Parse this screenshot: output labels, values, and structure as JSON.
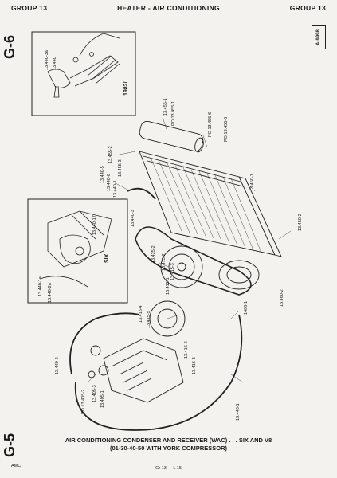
{
  "header": {
    "left": "GROUP 13",
    "center": "HEATER - AIR CONDITIONING",
    "right": "GROUP 13"
  },
  "side": {
    "top": "G-6",
    "bottom": "G-5"
  },
  "tag": "A-9998",
  "inset_top": {
    "year": "1982/",
    "labels": [
      "13.440-3a",
      "13.440"
    ]
  },
  "inset_left": {
    "engine": "SIX",
    "labels": [
      "13.440-17",
      "13.440-1a",
      "13.440-2a"
    ]
  },
  "part_labels": {
    "l1": "13.455-2",
    "l2": "13.455-1",
    "l3": "PO 13.455-1",
    "l4": "PO 13.455-6",
    "l5": "PO 13.455-8",
    "l6": "13.440-5",
    "l7": "13.440-6",
    "l8": "13.440-1",
    "l9": "13.455-3",
    "l10": "13.450-1",
    "l11": "13.440-3",
    "l12": "13.450-2",
    "l13": "13.425-2",
    "l14": "13.415-2",
    "l15": "13.415-3",
    "l16": "13.415-1",
    "l17": "13.415-4",
    "l18": "13.415-5",
    "l19": "13.460-2",
    "l20": "1466-1",
    "l21": "13.440-2",
    "l22": "PO 13.405-2",
    "l23": "13.405-3",
    "l24": "13.405-1",
    "l25": "13.416-2",
    "l26": "13.416-3",
    "l27": "13.440-1"
  },
  "caption": {
    "line1": "AIR CONDITIONING CONDENSER AND RECEIVER (WAC) . . . SIX AND V8",
    "line2": "(01-30-40-50 WITH YORK COMPRESSOR)"
  },
  "footer": {
    "left": "AMC",
    "center": "Gr 13 — L 15"
  }
}
